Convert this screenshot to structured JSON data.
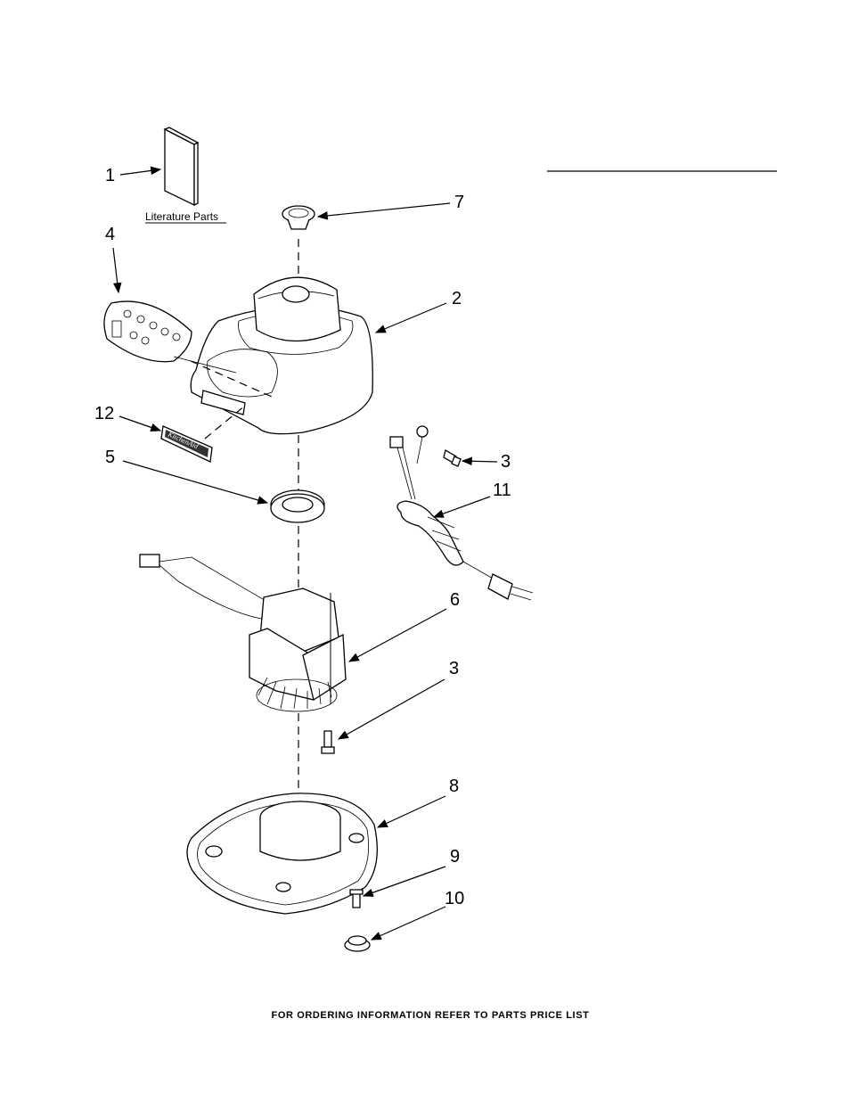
{
  "callouts": [
    {
      "number": "1",
      "part": "literature"
    },
    {
      "number": "7",
      "part": "coupler"
    },
    {
      "number": "4",
      "part": "control-panel"
    },
    {
      "number": "2",
      "part": "base-housing"
    },
    {
      "number": "12",
      "part": "badge"
    },
    {
      "number": "5",
      "part": "gasket"
    },
    {
      "number": "3",
      "part": "screw"
    },
    {
      "number": "11",
      "part": "power-cord"
    },
    {
      "number": "6",
      "part": "motor"
    },
    {
      "number": "3",
      "part": "screw"
    },
    {
      "number": "8",
      "part": "base-plate"
    },
    {
      "number": "9",
      "part": "screw"
    },
    {
      "number": "10",
      "part": "foot"
    }
  ],
  "literature_label": "Literature Parts",
  "badge_text": "KitchenAid",
  "footer": "FOR ORDERING INFORMATION REFER TO PARTS PRICE LIST"
}
